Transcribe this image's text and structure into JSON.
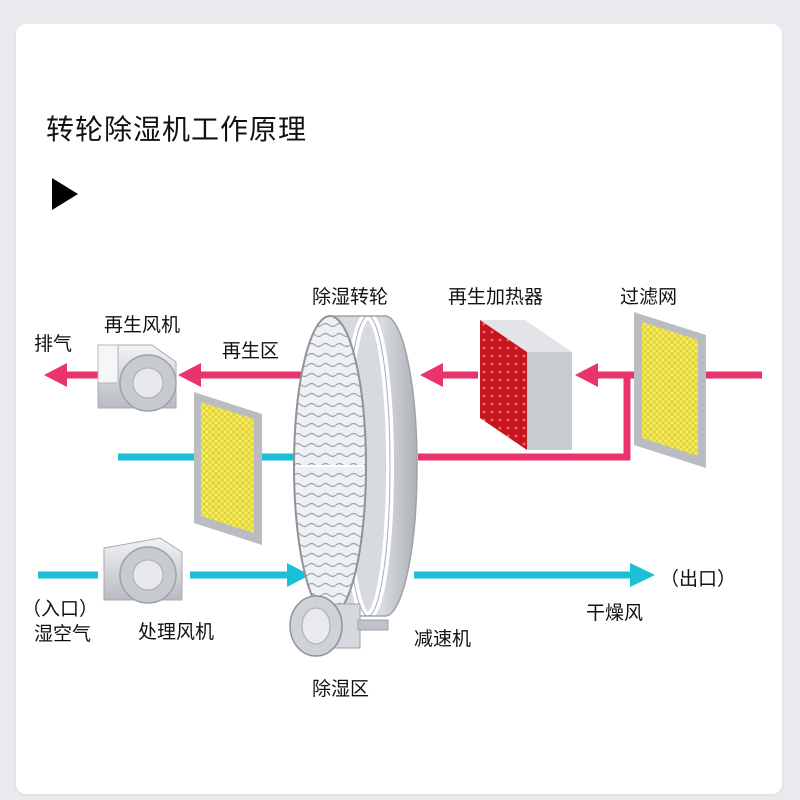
{
  "title": "转轮除湿机工作原理",
  "labels": {
    "wheel": "除湿转轮",
    "heater": "再生加热器",
    "filter": "过滤网",
    "regen_fan": "再生风机",
    "exhaust": "排气",
    "regen_zone": "再生区",
    "inlet": "（入口）",
    "wet_air": "湿空气",
    "process_fan": "处理风机",
    "outlet": "（出口）",
    "dry_air": "干燥风",
    "reducer": "减速机",
    "dehumid_zone": "除湿区"
  },
  "colors": {
    "regen_air": "#e8336b",
    "process_air": "#1bbfd6",
    "filter_yellow": "#f3e94a",
    "heater_red": "#d0202c",
    "housing": "#c9cbcf"
  },
  "icons": [
    "play-icon"
  ]
}
